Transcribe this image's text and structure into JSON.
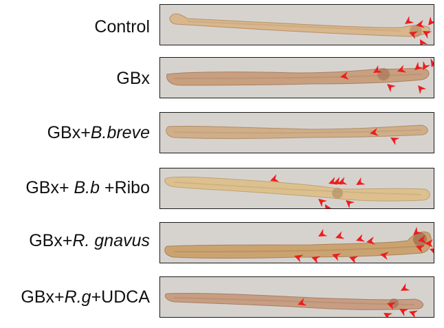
{
  "colors": {
    "panel_background": "#d6d3cf",
    "panel_border": "#1a1a1a",
    "tissue_light": "#d8b78d",
    "tissue_dark": "#b98d67",
    "arrowhead": "#ee1c1c"
  },
  "rows": [
    {
      "label_parts": [
        {
          "text": "Control",
          "italic": false
        }
      ],
      "arrowhead_count": 6
    },
    {
      "label_parts": [
        {
          "text": "GBx",
          "italic": false
        }
      ],
      "arrowhead_count": 8
    },
    {
      "label_parts": [
        {
          "text": "GBx+",
          "italic": false
        },
        {
          "text": "B.breve",
          "italic": true
        }
      ],
      "arrowhead_count": 2
    },
    {
      "label_parts": [
        {
          "text": "GBx+ ",
          "italic": false
        },
        {
          "text": "B.b",
          "italic": true
        },
        {
          "text": " +Ribo",
          "italic": false
        }
      ],
      "arrowhead_count": 8
    },
    {
      "label_parts": [
        {
          "text": "GBx+",
          "italic": false
        },
        {
          "text": "R. gnavus",
          "italic": true
        }
      ],
      "arrowhead_count": 14
    },
    {
      "label_parts": [
        {
          "text": "GBx+",
          "italic": false
        },
        {
          "text": "R.g",
          "italic": true
        },
        {
          "text": "+UDCA",
          "italic": false
        }
      ],
      "arrowhead_count": 6
    }
  ]
}
